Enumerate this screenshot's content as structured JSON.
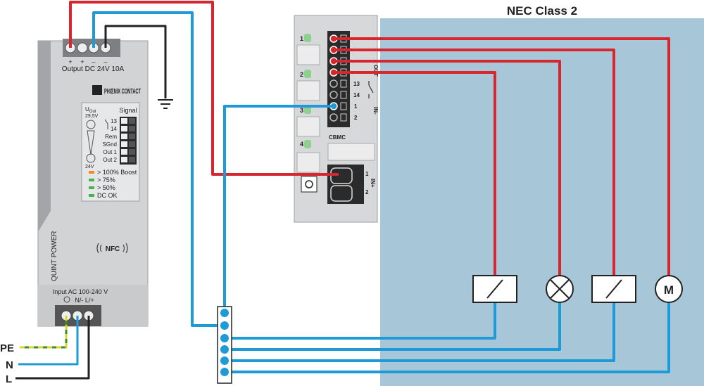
{
  "zone": {
    "title": "NEC Class 2",
    "color": "#a7c6d8"
  },
  "psu": {
    "brand": "PHŒNIX CONTACT",
    "product_line": "QUINT POWER",
    "output_pins": [
      "+",
      "+",
      "–",
      "–"
    ],
    "output_label": "Output DC 24V 10A",
    "uout_label": "U",
    "uout_sub": "Out",
    "uout_max": "29,5V",
    "uout_min": "24V",
    "signal_title": "Signal",
    "signal_rows": [
      "13",
      "14",
      "Rem",
      "SGnd",
      "Out 1",
      "Out 2"
    ],
    "leds": [
      {
        "label": "> 100% Boost",
        "color": "#f28c1a"
      },
      {
        "label": "> 75%",
        "color": "#4caf50"
      },
      {
        "label": "> 50%",
        "color": "#4caf50"
      },
      {
        "label": "DC OK",
        "color": "#4caf50"
      }
    ],
    "nfc_label": "NFC",
    "input_label": "Input AC 100-240 V",
    "input_pins": "N/- L/+"
  },
  "cbmc": {
    "name": "CBMC",
    "channels": [
      "1",
      "2",
      "3",
      "4"
    ],
    "out_label": "OUT",
    "relay_pins": [
      "13",
      "14"
    ],
    "in_minus_label": "IN-",
    "in_minus_pins": [
      "1",
      "2"
    ],
    "in_plus_label": "IN+",
    "in_plus_pins": [
      "1",
      "2"
    ]
  },
  "mains": [
    {
      "label": "PE",
      "color": "#d8d82a"
    },
    {
      "label": "N",
      "color": "#1e9bd7"
    },
    {
      "label": "L",
      "color": "#222222"
    }
  ],
  "loads": [
    {
      "type": "relay-coil"
    },
    {
      "type": "lamp"
    },
    {
      "type": "relay-coil"
    },
    {
      "type": "motor",
      "label": "M"
    }
  ],
  "wire_colors": {
    "positive": "#d8262f",
    "negative": "#1e9bd7",
    "ground": "#222222"
  }
}
